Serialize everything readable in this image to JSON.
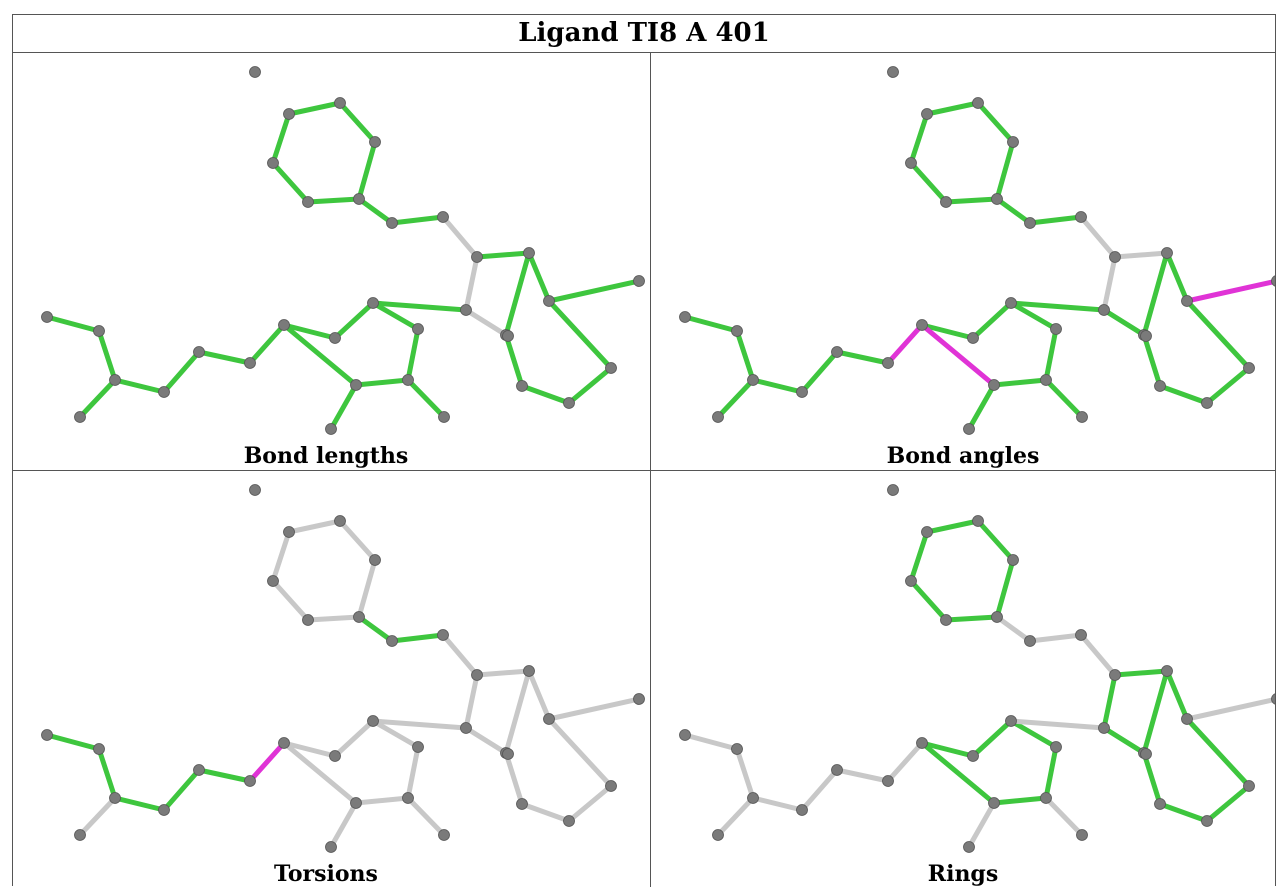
{
  "title": "Ligand TI8 A 401",
  "colors": {
    "ok": "#3ec63e",
    "outlier": "#e033d6",
    "none": "#c8c8c8",
    "atom": "#7a7a7a"
  },
  "panels": [
    {
      "caption": "Bond lengths",
      "greens": "all",
      "magenta": [],
      "grey": [
        [
          11,
          18
        ],
        [
          18,
          19
        ],
        [
          18,
          25
        ]
      ]
    },
    {
      "caption": "Bond angles",
      "greens": "all",
      "magenta": [
        [
          7,
          8
        ],
        [
          8,
          14
        ],
        [
          21,
          28
        ]
      ],
      "grey": [
        [
          11,
          12
        ],
        [
          12,
          18
        ],
        [
          18,
          19
        ],
        [
          17,
          20
        ],
        [
          23,
          24
        ]
      ]
    },
    {
      "caption": "Torsions",
      "greens": [
        [
          1,
          2
        ],
        [
          2,
          3
        ],
        [
          3,
          5
        ],
        [
          5,
          6
        ],
        [
          6,
          7
        ],
        [
          10,
          11
        ]
      ],
      "magenta": [
        [
          7,
          8
        ]
      ],
      "grey": "rest"
    },
    {
      "caption": "Rings",
      "greens": [
        [
          8,
          14
        ],
        [
          14,
          13
        ],
        [
          13,
          16
        ],
        [
          16,
          15
        ],
        [
          15,
          8
        ],
        [
          17,
          18
        ],
        [
          18,
          19
        ],
        [
          19,
          20
        ],
        [
          20,
          17
        ],
        [
          17,
          21
        ],
        [
          21,
          22
        ],
        [
          22,
          23
        ],
        [
          23,
          24
        ],
        [
          24,
          25
        ],
        [
          25,
          26
        ],
        [
          26,
          27
        ],
        [
          27,
          10
        ],
        [
          27,
          25
        ],
        [
          28,
          9
        ]
      ],
      "magenta": [],
      "grey": "rest"
    }
  ]
}
